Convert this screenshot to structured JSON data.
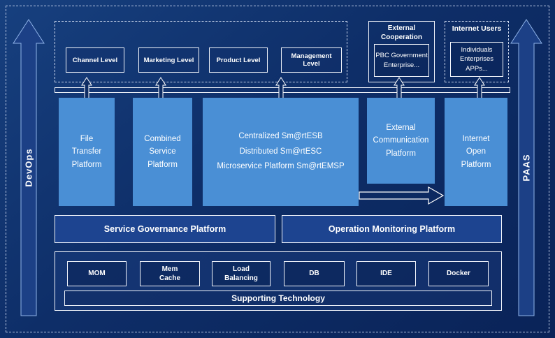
{
  "side_arrows": {
    "left_label": "DevOps",
    "right_label": "PAAS"
  },
  "top_section": {
    "levels": [
      "Channel Level",
      "Marketing Level",
      "Product Level",
      "Management Level"
    ],
    "external_cooperation": {
      "title": "External\nCooperation",
      "item": "PBC Government\nEnterprise..."
    },
    "internet_users": {
      "title": "Internet Users",
      "item": "Individuals\nEnterprises\nAPPs..."
    }
  },
  "platform_row": {
    "file_transfer": "File\nTransfer\nPlatform",
    "combined_service": "Combined\nService\nPlatform",
    "central_esb": "Centralized Sm@rtESB\nDistributed Sm@rtESC\nMicroservice Platform Sm@rtEMSP",
    "external_communication": "External\nCommunication\nPlatform",
    "internet_open": "Internet\nOpen\nPlatform"
  },
  "governance_row": {
    "service_governance": "Service Governance Platform",
    "operation_monitoring": "Operation Monitoring Platform"
  },
  "supporting_section": {
    "items": [
      "MOM",
      "Mem\nCache",
      "Load\nBalancing",
      "DB",
      "IDE",
      "Docker"
    ],
    "bar_label": "Supporting Technology"
  },
  "colors": {
    "background": "#0d2c64",
    "platform_blue": "#4a8fd5",
    "panel_blue": "#1d4490",
    "line_white": "#ffffff"
  }
}
